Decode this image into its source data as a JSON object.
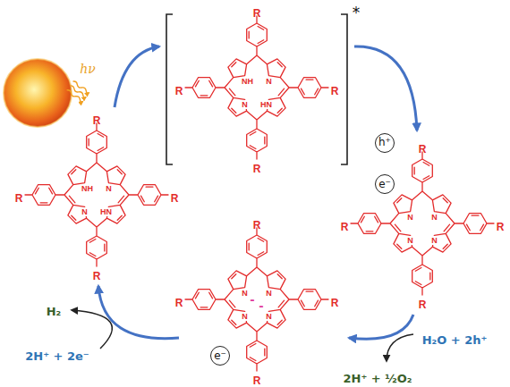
{
  "diagram": {
    "nodes": [
      {
        "text": [
          "h⁺"
        ]
      },
      {
        "text": [
          "e⁻"
        ]
      },
      {
        "text": [
          "e⁻"
        ]
      }
    ],
    "labels": [
      "hν",
      "*",
      "R",
      "R",
      "R",
      "R",
      "NH",
      "N",
      "HN",
      "N",
      "R",
      "R",
      "R",
      "R",
      "N",
      "N",
      "N",
      "N",
      "R",
      "R",
      "R",
      "R",
      "N",
      "N",
      "N",
      "N",
      "-",
      "-",
      "R",
      "R",
      "R",
      "R",
      "NH",
      "N",
      "HN",
      "N",
      "H₂O + 2h⁺",
      "2H⁺ + ½O₂",
      "2H⁺ + 2e⁻",
      "H₂"
    ]
  }
}
